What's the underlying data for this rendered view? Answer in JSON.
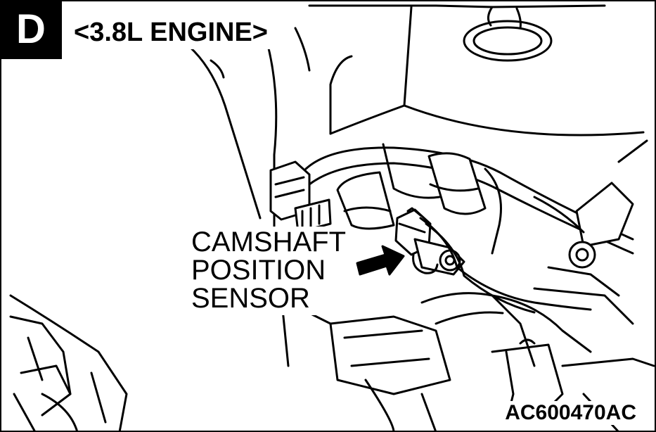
{
  "view_letter": "D",
  "title": "<3.8L ENGINE>",
  "callout": {
    "lines": [
      "CAMSHAFT",
      "POSITION",
      "SENSOR"
    ]
  },
  "figure_code": "AC600470AC",
  "colors": {
    "ink": "#000000",
    "paper": "#ffffff"
  }
}
